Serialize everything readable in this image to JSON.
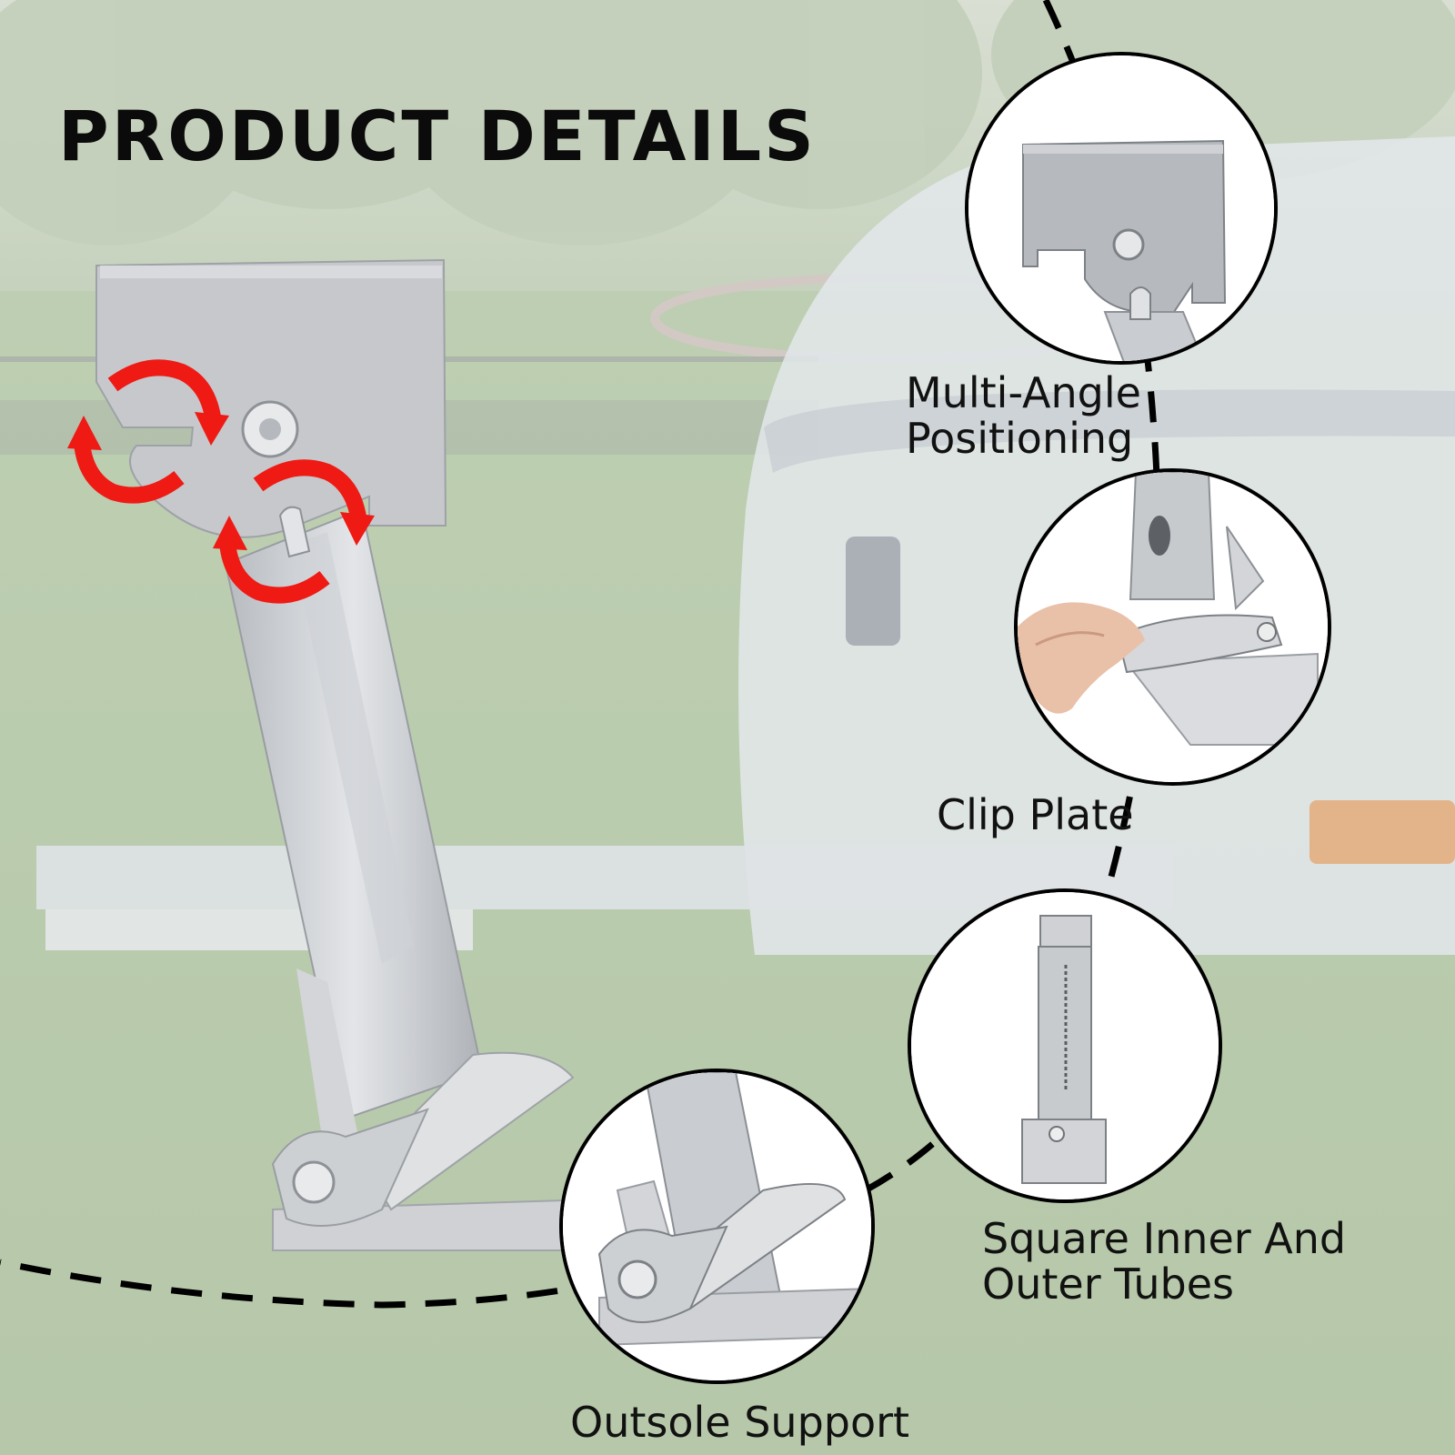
{
  "title": "PRODUCT DETAILS",
  "features": [
    {
      "line1": "Multi-Angle",
      "line2": "Positioning"
    },
    {
      "line1": "Clip Plate",
      "line2": ""
    },
    {
      "line1": "Square Inner And",
      "line2": "Outer Tubes"
    },
    {
      "line1": "Outsole Support",
      "line2": ""
    }
  ],
  "icons": [
    "rotate-arrow-icon",
    "rotate-arrow-icon"
  ],
  "colors": {
    "arrow": "#ef1a14",
    "steel": "#c9ccd0",
    "dashes": "#000000"
  }
}
